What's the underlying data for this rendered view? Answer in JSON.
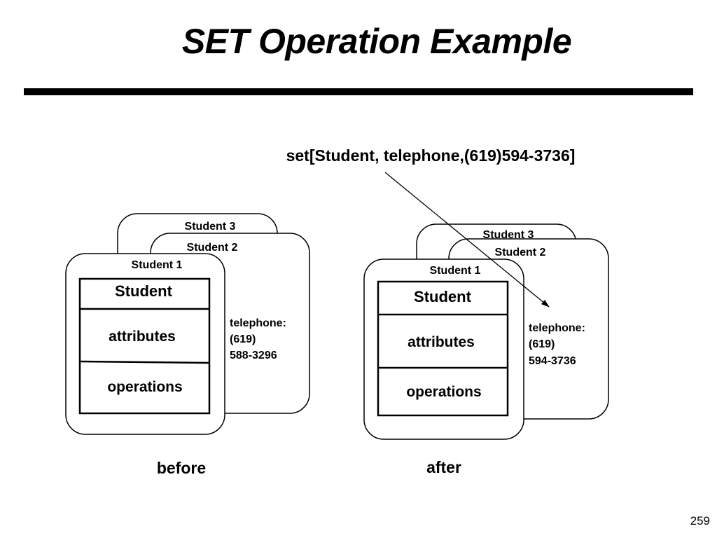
{
  "slide": {
    "title": "SET Operation Example",
    "operation": "set[Student, telephone,(619)594-3736]",
    "page_number": "259"
  },
  "diagrams": {
    "before": {
      "caption": "before",
      "cards": [
        "Student 3",
        "Student 2",
        "Student 1"
      ],
      "class_box": {
        "name": "Student",
        "attributes": "attributes",
        "operations": "operations"
      },
      "telephone": {
        "label": "telephone:",
        "area_code": "(619)",
        "number": "588-3296"
      }
    },
    "after": {
      "caption": "after",
      "cards": [
        "Student 3",
        "Student 2",
        "Student 1"
      ],
      "class_box": {
        "name": "Student",
        "attributes": "attributes",
        "operations": "operations"
      },
      "telephone": {
        "label": "telephone:",
        "area_code": "(619)",
        "number": "594-3736"
      }
    }
  }
}
